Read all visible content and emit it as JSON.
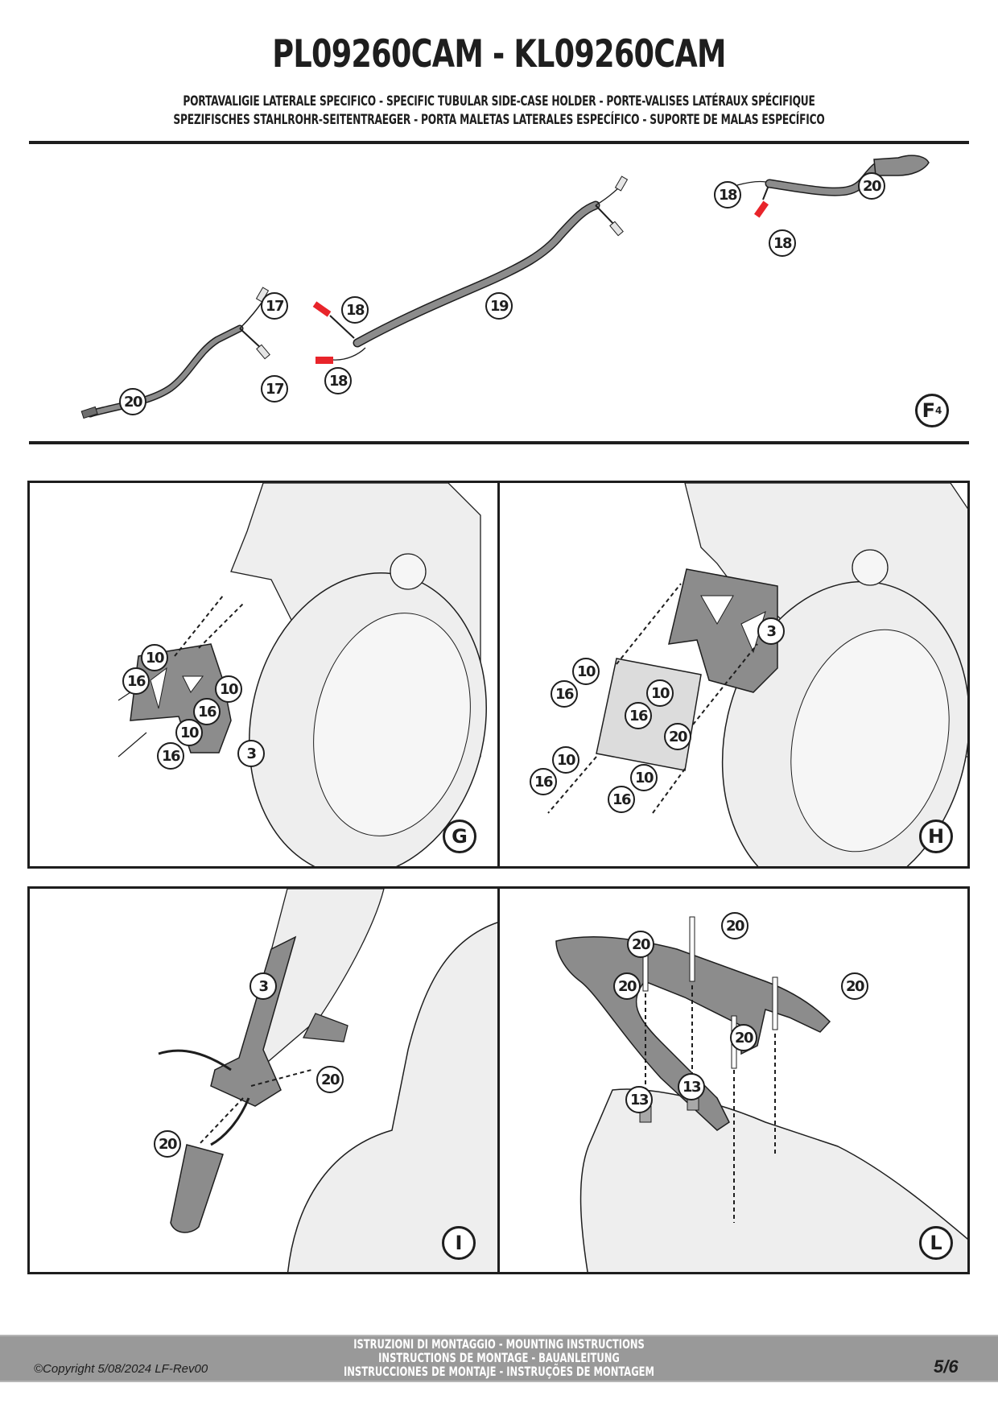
{
  "header": {
    "title": "PL09260CAM - KL09260CAM",
    "subtitle_line1": "PORTAVALIGIE LATERALE SPECIFICO  -  SPECIFIC TUBULAR SIDE-CASE HOLDER  - PORTE-VALISES LATÉRAUX SPÉCIFIQUE",
    "subtitle_line2": "SPEZIFISCHES STAHLROHR-SEITENTRAEGER - PORTA MALETAS LATERALES ESPECÍFICO - SUPORTE DE MALAS ESPECÍFICO"
  },
  "steps": {
    "f4": {
      "label": "F",
      "sub": "4",
      "callouts": [
        "17",
        "17",
        "18",
        "18",
        "19",
        "20",
        "18",
        "18",
        "20"
      ]
    },
    "g": {
      "label": "G",
      "callouts": [
        "10",
        "16",
        "10",
        "16",
        "10",
        "16",
        "3"
      ]
    },
    "h": {
      "label": "H",
      "callouts": [
        "10",
        "16",
        "10",
        "16",
        "20",
        "3",
        "10",
        "16",
        "10",
        "16"
      ]
    },
    "i": {
      "label": "I",
      "callouts": [
        "3",
        "20",
        "20"
      ]
    },
    "l": {
      "label": "L",
      "callouts": [
        "20",
        "20",
        "20",
        "20",
        "20",
        "13",
        "13"
      ]
    }
  },
  "colors": {
    "ink": "#1e1e1e",
    "part_fill": "#8c8c8c",
    "bike_fill": "#eeeeee",
    "connector_red": "#e8242a",
    "footer_band": "#999999"
  },
  "footer": {
    "line1": "ISTRUZIONI DI MONTAGGIO  -  MOUNTING INSTRUCTIONS",
    "line2": "INSTRUCTIONS DE MONTAGE - BAUANLEITUNG",
    "line3": "INSTRUCCIONES DE MONTAJE - INSTRUÇÕES DE MONTAGEM",
    "copyright": "©Copyright 5/08/2024 LF-Rev00",
    "page": "5/6"
  }
}
